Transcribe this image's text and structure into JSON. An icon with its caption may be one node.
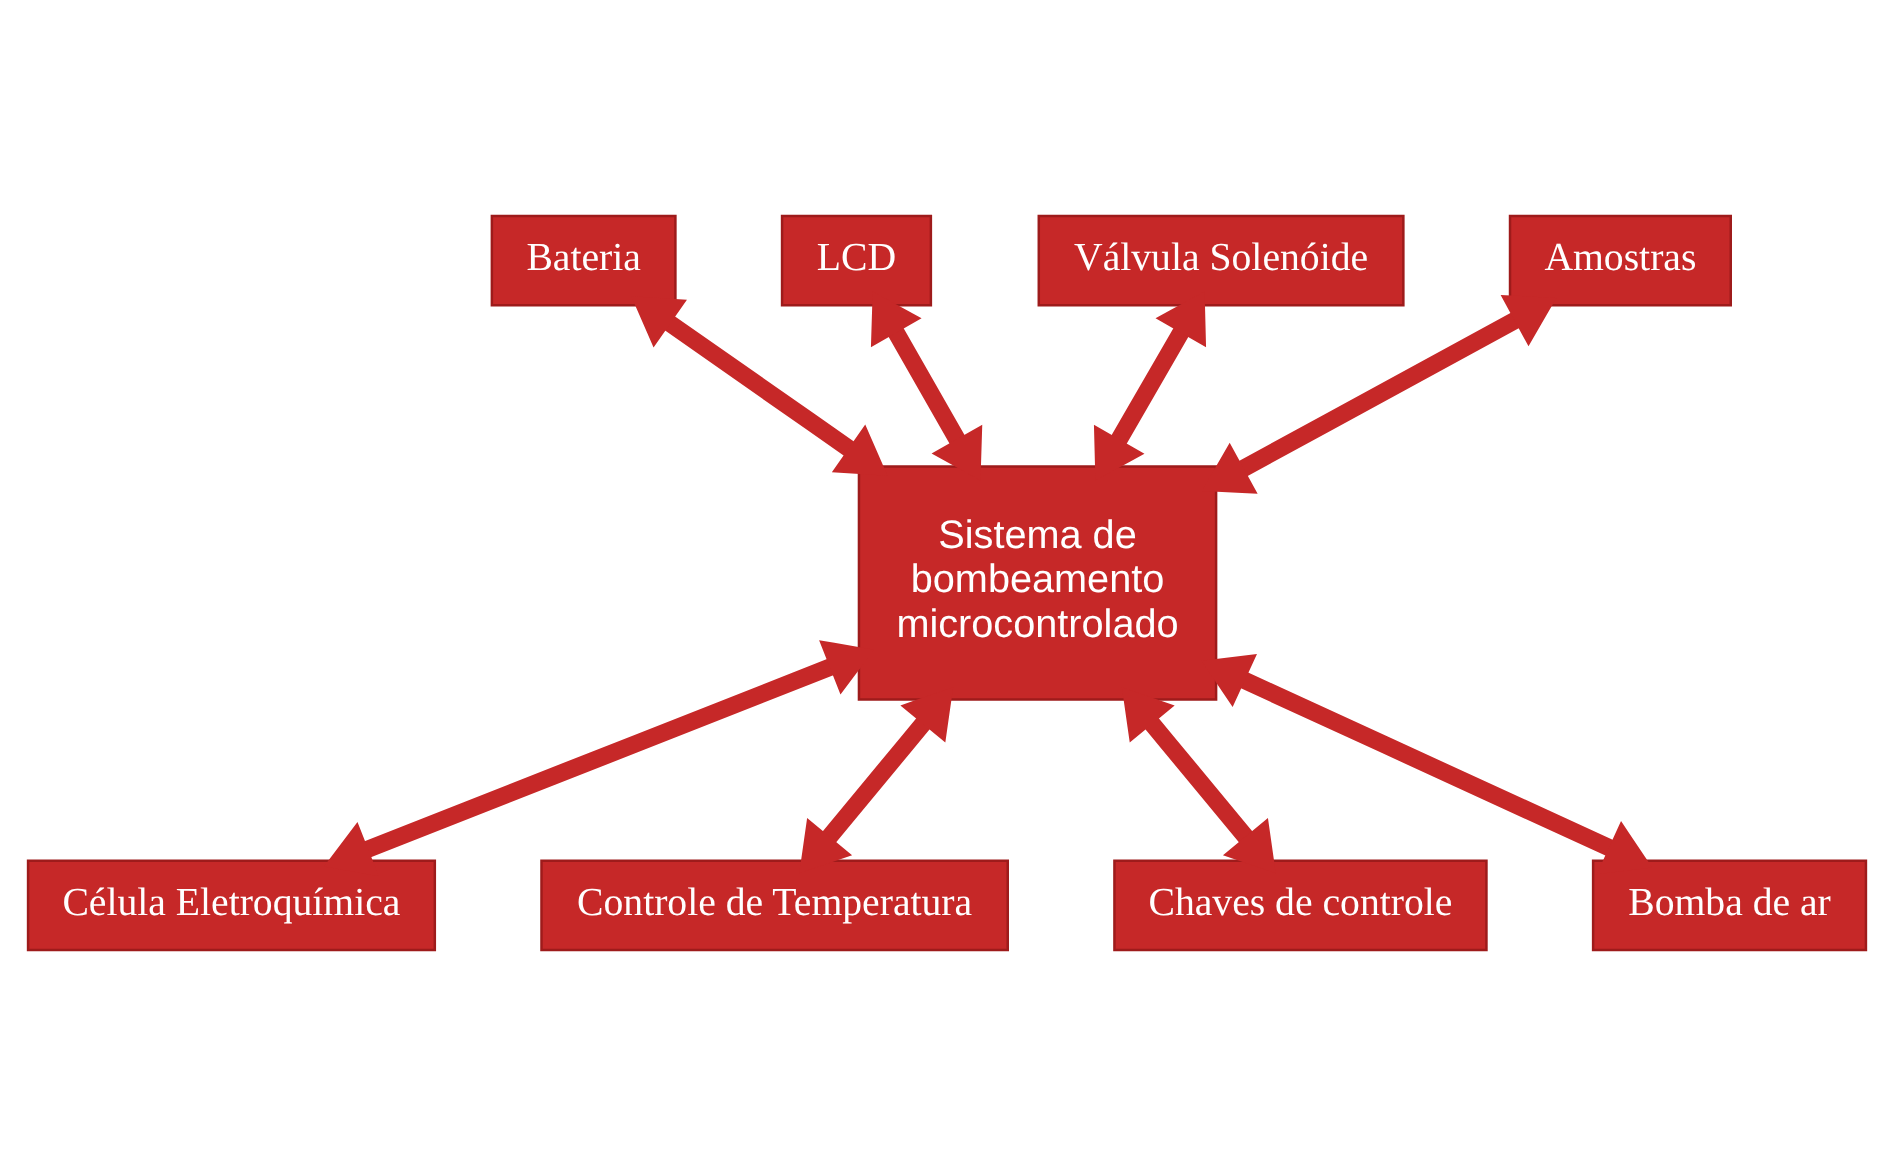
{
  "diagram": {
    "nodes": [
      {
        "text": [
          "Sistema de bombeamento microcontrolado"
        ]
      },
      {
        "text": [
          "LCD"
        ]
      },
      {
        "text": [
          "Bateria"
        ]
      },
      {
        "text": [
          "Válvula Solenóide"
        ]
      },
      {
        "text": [
          "Amostras"
        ]
      },
      {
        "text": [
          "Célula Eletroquímica"
        ]
      },
      {
        "text": [
          "Controle de Temperatura"
        ]
      },
      {
        "text": [
          "Bomba de ar"
        ]
      },
      {
        "text": [
          "Chaves de controle"
        ]
      }
    ],
    "edges": [
      {
        "from": 2,
        "to": 0,
        "arrow": "both"
      },
      {
        "from": 1,
        "to": 0,
        "arrow": "both"
      },
      {
        "from": 3,
        "to": 0,
        "arrow": "both"
      },
      {
        "from": 4,
        "to": 0,
        "arrow": "both"
      },
      {
        "from": 0,
        "to": 5,
        "arrow": "both"
      },
      {
        "from": 0,
        "to": 6,
        "arrow": "both"
      },
      {
        "from": 0,
        "to": 8,
        "arrow": "both"
      },
      {
        "from": 0,
        "to": 7,
        "arrow": "both"
      }
    ]
  }
}
